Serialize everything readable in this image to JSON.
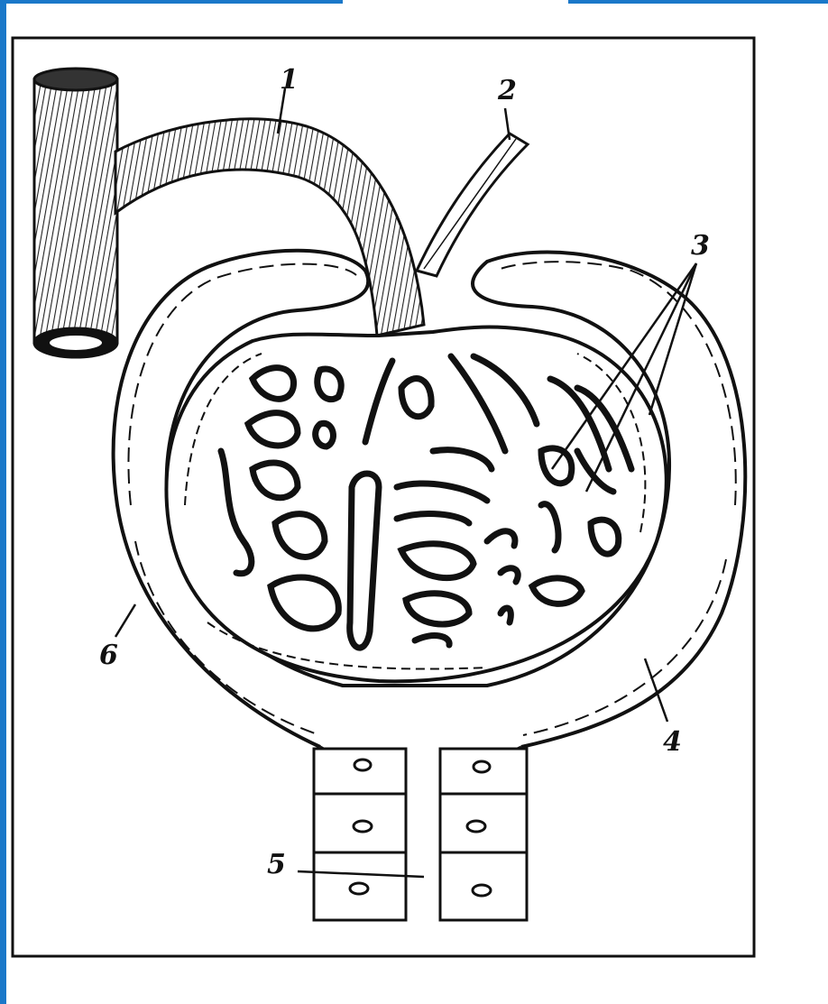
{
  "diagram": {
    "labels": {
      "l1": "1",
      "l2": "2",
      "l3": "3",
      "l4": "4",
      "l5": "5",
      "l6": "6"
    },
    "colors": {
      "ink": "#111111",
      "frame_accent": "#1a78c9",
      "paper": "#ffffff",
      "tube_fill": "#2b2b2b"
    }
  }
}
